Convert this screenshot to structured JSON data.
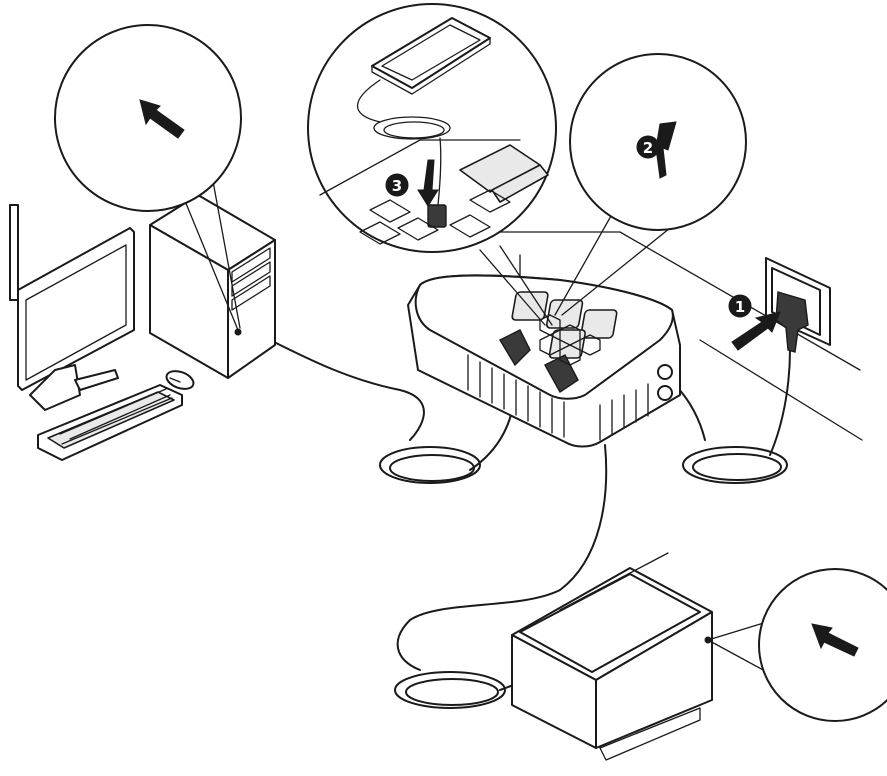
{
  "steps": [
    {
      "label": "1"
    },
    {
      "label": "2"
    },
    {
      "label": "3"
    }
  ],
  "icons": {
    "arrow": "black-arrow-icon",
    "badge": "numbered-step-badge"
  }
}
